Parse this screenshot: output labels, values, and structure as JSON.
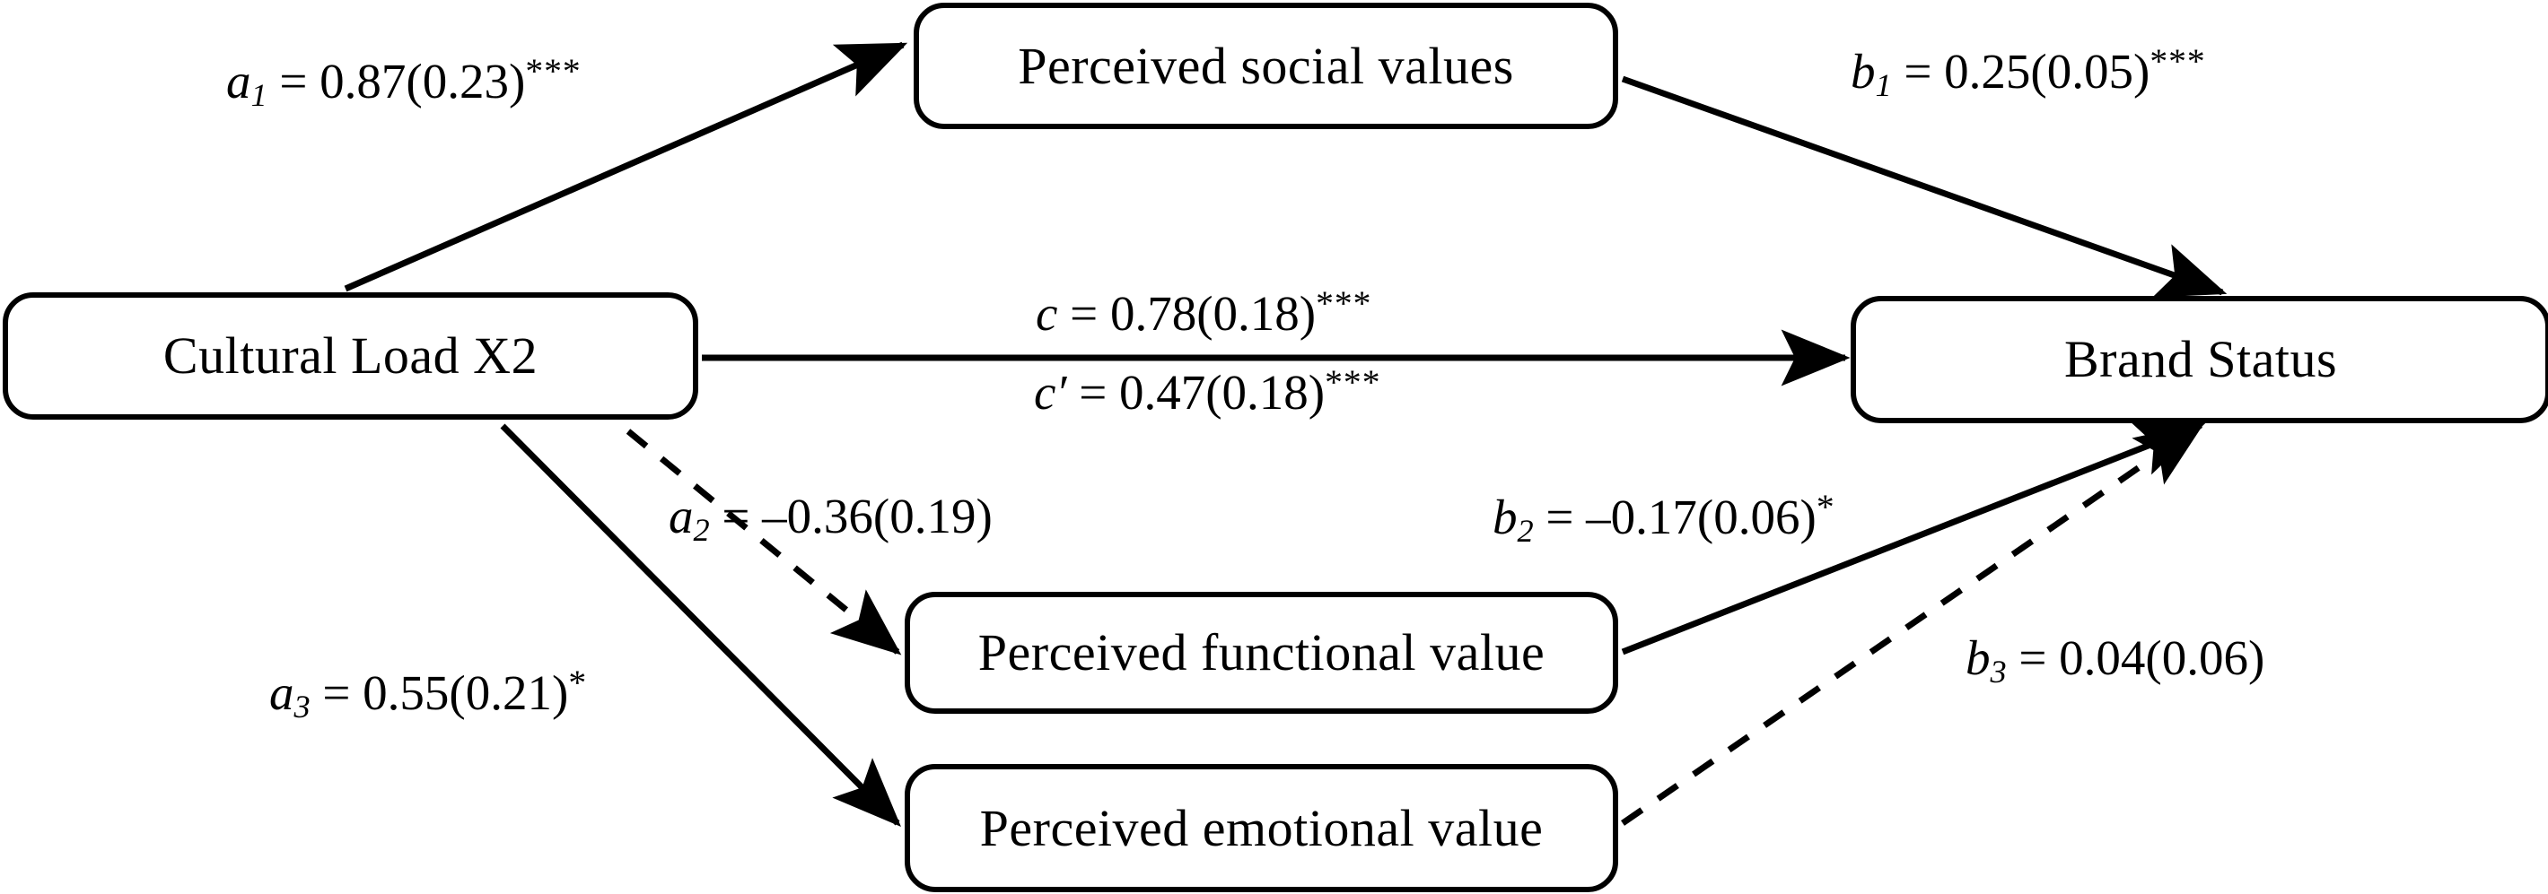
{
  "diagram": {
    "type": "mediation-path-diagram",
    "title": "Cultural Load X2 mediation model predicting Brand Status",
    "colors": {
      "stroke": "#000000",
      "background": "#ffffff",
      "text": "#000000"
    },
    "nodes": [
      {
        "id": "cultural-load",
        "label": "Cultural Load X2",
        "role": "predictor"
      },
      {
        "id": "social-values",
        "label": "Perceived social values",
        "role": "mediator"
      },
      {
        "id": "functional",
        "label": "Perceived functional value",
        "role": "mediator"
      },
      {
        "id": "emotional",
        "label": "Perceived emotional value",
        "role": "mediator"
      },
      {
        "id": "brand-status",
        "label": "Brand Status",
        "role": "outcome"
      }
    ],
    "edges": [
      {
        "id": "a1",
        "from": "cultural-load",
        "to": "social-values",
        "style": "solid",
        "coefficient": "a",
        "subscript": "1",
        "estimate": "0.87",
        "se": "0.23",
        "significance": "***",
        "text": "a1 = 0.87(0.23)***"
      },
      {
        "id": "b1",
        "from": "social-values",
        "to": "brand-status",
        "style": "solid",
        "coefficient": "b",
        "subscript": "1",
        "estimate": "0.25",
        "se": "0.05",
        "significance": "***",
        "text": "b1 = 0.25(0.05)***"
      },
      {
        "id": "c",
        "from": "cultural-load",
        "to": "brand-status",
        "style": "solid",
        "coefficient": "c",
        "subscript": "",
        "estimate": "0.78",
        "se": "0.18",
        "significance": "***",
        "text": "c = 0.78(0.18)***"
      },
      {
        "id": "cprime",
        "from": "cultural-load",
        "to": "brand-status",
        "style": "solid",
        "coefficient": "c′",
        "subscript": "",
        "estimate": "0.47",
        "se": "0.18",
        "significance": "***",
        "text": "c' = 0.47(0.18)***"
      },
      {
        "id": "a2",
        "from": "cultural-load",
        "to": "functional",
        "style": "dashed",
        "coefficient": "a",
        "subscript": "2",
        "estimate": "–0.36",
        "se": "0.19",
        "significance": "",
        "text": "a2 = -0.36(0.19)"
      },
      {
        "id": "b2",
        "from": "functional",
        "to": "brand-status",
        "style": "solid",
        "coefficient": "b",
        "subscript": "2",
        "estimate": "–0.17",
        "se": "0.06",
        "significance": "*",
        "text": "b2 = -0.17(0.06)*"
      },
      {
        "id": "a3",
        "from": "cultural-load",
        "to": "emotional",
        "style": "solid",
        "coefficient": "a",
        "subscript": "3",
        "estimate": "0.55",
        "se": "0.21",
        "significance": "*",
        "text": "a3 = 0.55(0.21)*"
      },
      {
        "id": "b3",
        "from": "emotional",
        "to": "brand-status",
        "style": "dashed",
        "coefficient": "b",
        "subscript": "3",
        "estimate": "0.04",
        "se": "0.06",
        "significance": "",
        "text": "b3 = 0.04(0.06)"
      }
    ],
    "labels": {
      "a1": {
        "coef": "a",
        "sub": "1",
        "eq": " = 0.87(0.23)",
        "sig": "***"
      },
      "b1": {
        "coef": "b",
        "sub": "1",
        "eq": " = 0.25(0.05)",
        "sig": "***"
      },
      "c": {
        "coef": "c",
        "sub": "",
        "eq": " = 0.78(0.18)",
        "sig": "***"
      },
      "cp": {
        "coef": "c′",
        "sub": "",
        "eq": " = 0.47(0.18)",
        "sig": "***"
      },
      "a2": {
        "coef": "a",
        "sub": "2",
        "eq": " = –0.36(0.19)",
        "sig": ""
      },
      "b2": {
        "coef": "b",
        "sub": "2",
        "eq": " = –0.17(0.06)",
        "sig": "*"
      },
      "a3": {
        "coef": "a",
        "sub": "3",
        "eq": " = 0.55(0.21)",
        "sig": "*"
      },
      "b3": {
        "coef": "b",
        "sub": "3",
        "eq": " = 0.04(0.06)",
        "sig": ""
      }
    }
  }
}
